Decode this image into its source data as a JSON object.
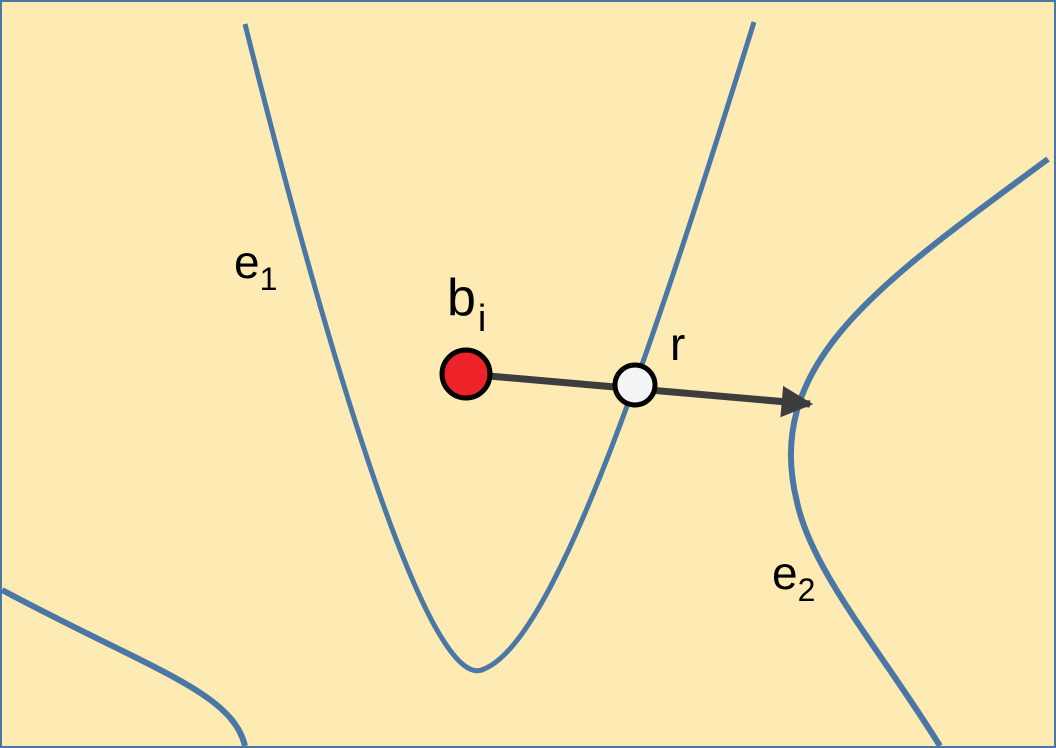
{
  "colors": {
    "background": "#fdebb3",
    "frame": "#4a77a5",
    "curve": "#4a77a5",
    "ray": "#3d3d3d",
    "point_b": "#ee2229",
    "point_r": "#f2f4f6",
    "outline": "#000000"
  },
  "labels": {
    "e1": {
      "base": "e",
      "sub": "1"
    },
    "e2": {
      "base": "e",
      "sub": "2"
    },
    "b": {
      "base": "b",
      "sub": "i"
    },
    "r": "r"
  }
}
